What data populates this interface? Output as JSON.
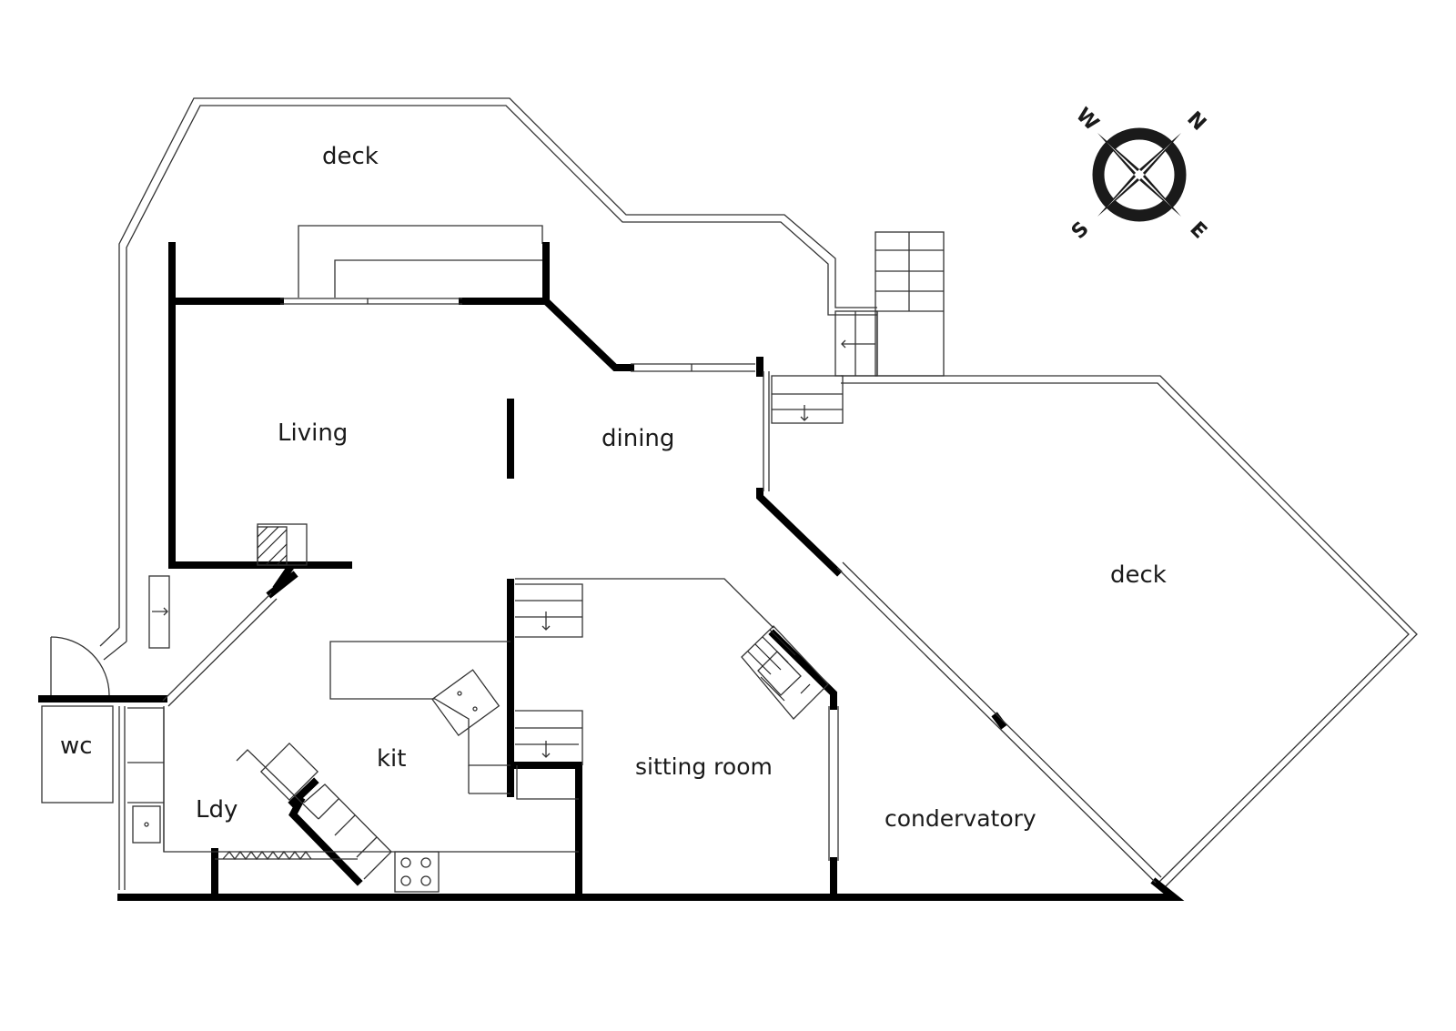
{
  "floor_plan": {
    "rooms": {
      "deck_north": "deck",
      "living": "Living",
      "dining": "dining",
      "deck_east": "deck",
      "wc": "wc",
      "kit": "kit",
      "ldy": "Ldy",
      "sitting_room": "sitting room",
      "condervatory": "condervatory"
    },
    "compass": {
      "n": "N",
      "e": "E",
      "s": "S",
      "w": "W"
    }
  }
}
